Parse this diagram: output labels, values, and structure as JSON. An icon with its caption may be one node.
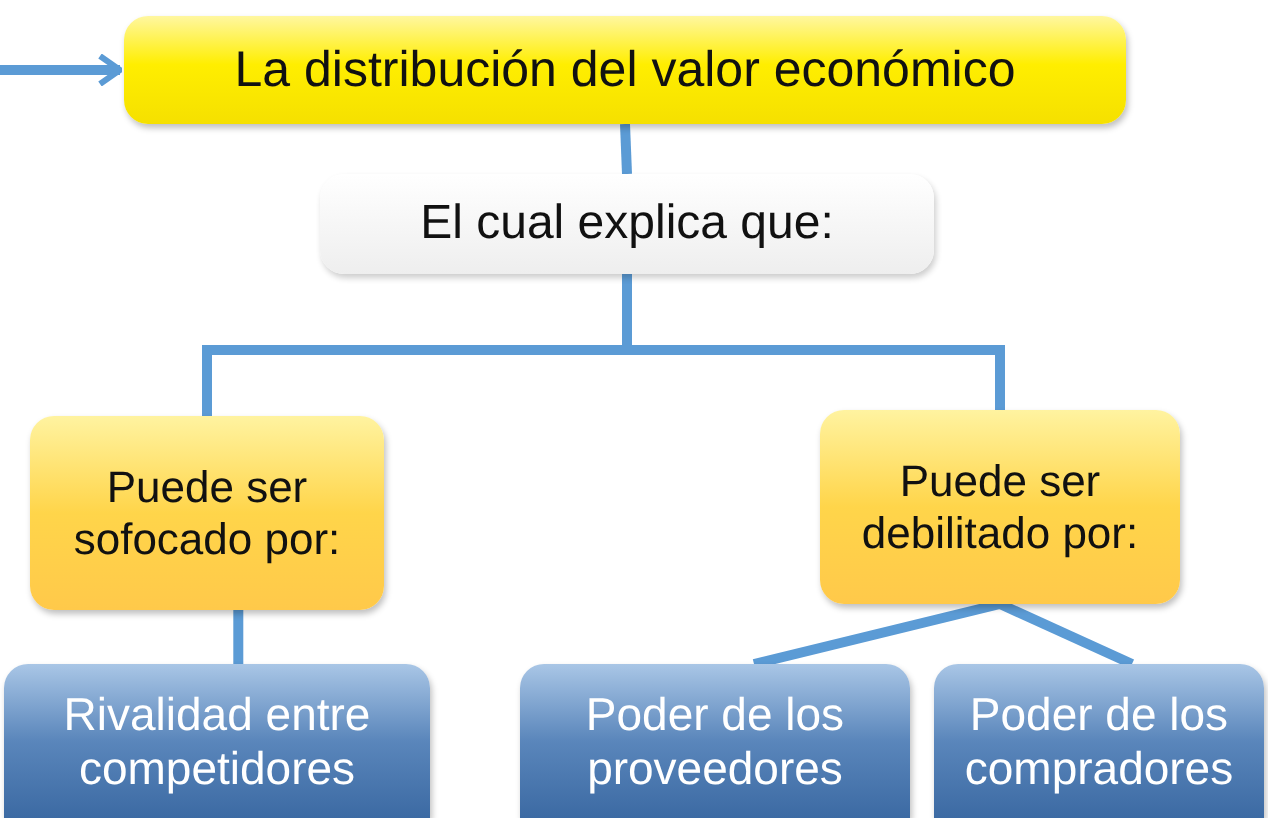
{
  "diagram": {
    "nodes": [
      {
        "text": [
          "La distribución del valor económico"
        ]
      },
      {
        "text": [
          "El cual explica que:"
        ]
      },
      {
        "text": [
          "Puede ser sofocado por:"
        ]
      },
      {
        "text": [
          "Puede ser debilitado por:"
        ]
      },
      {
        "text": [
          "Rivalidad entre competidores"
        ]
      },
      {
        "text": [
          "Poder de los proveedores"
        ]
      },
      {
        "text": [
          "Poder de los compradores"
        ]
      }
    ],
    "edges": [
      {
        "from": null,
        "to": 0,
        "arrow": "to"
      },
      {
        "from": 0,
        "to": 1,
        "arrow": "none"
      },
      {
        "from": 1,
        "to": 2,
        "arrow": "none"
      },
      {
        "from": 1,
        "to": 3,
        "arrow": "none"
      },
      {
        "from": 2,
        "to": 4,
        "arrow": "none"
      },
      {
        "from": 3,
        "to": 5,
        "arrow": "none"
      },
      {
        "from": 3,
        "to": 6,
        "arrow": "none"
      }
    ]
  }
}
